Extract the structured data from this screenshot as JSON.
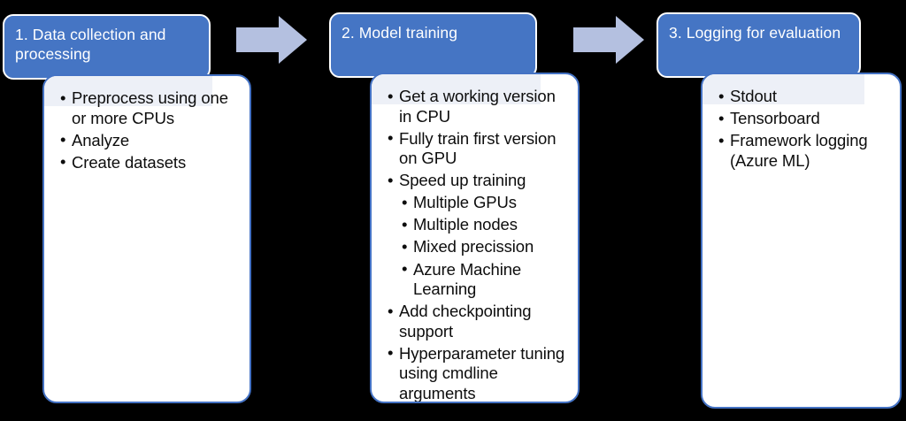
{
  "diagram": {
    "title_text_color": "#FFFFFF",
    "accent_blue": "#4575C4",
    "card_border_blue": "#4472C4",
    "arrow_color": "#B4C0E0",
    "background": "#000000",
    "steps": [
      {
        "header": "1. Data collection and processing",
        "bullets": [
          {
            "level": 1,
            "text": "Preprocess using one or more CPUs"
          },
          {
            "level": 1,
            "text": "Analyze"
          },
          {
            "level": 1,
            "text": "Create datasets"
          }
        ]
      },
      {
        "header": "2. Model training",
        "bullets": [
          {
            "level": 1,
            "text": "Get a working version in CPU"
          },
          {
            "level": 1,
            "text": "Fully train first version on GPU"
          },
          {
            "level": 1,
            "text": "Speed up training"
          },
          {
            "level": 2,
            "text": "Multiple GPUs"
          },
          {
            "level": 2,
            "text": "Multiple nodes"
          },
          {
            "level": 2,
            "text": "Mixed precission"
          },
          {
            "level": 2,
            "text": "Azure Machine Learning"
          },
          {
            "level": 1,
            "text": "Add checkpointing support"
          },
          {
            "level": 1,
            "text": "Hyperparameter tuning using cmdline arguments"
          }
        ]
      },
      {
        "header": "3. Logging for evaluation",
        "bullets": [
          {
            "level": 1,
            "text": "Stdout"
          },
          {
            "level": 1,
            "text": "Tensorboard"
          },
          {
            "level": 1,
            "text": "Framework logging (Azure ML)"
          }
        ]
      }
    ],
    "connectors": [
      {
        "name": "arrow-step1-to-step2"
      },
      {
        "name": "arrow-step2-to-step3"
      }
    ]
  }
}
